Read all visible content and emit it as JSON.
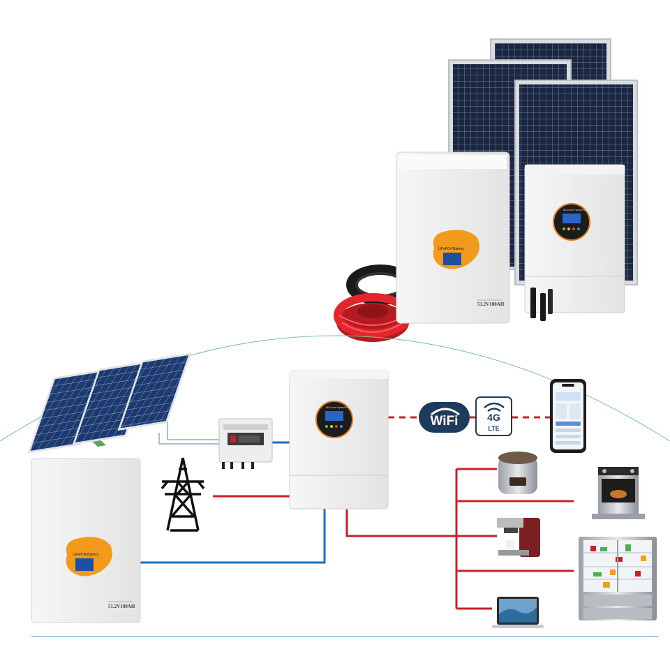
{
  "product_kit": {
    "battery_label": "51.2V100AH",
    "battery_brand": "LiFePO4 Battery",
    "inverter_caption": "All-in-one Hybrid Inverter"
  },
  "diagram": {
    "battery_label": "51.2V100AH",
    "battery_brand": "LiFePO4 Battery",
    "inverter_caption": "All-in-one Hybrid Inverter",
    "wifi_text": "WiFi",
    "cellular_text": "4G",
    "cellular_subtext": "LTE"
  },
  "colors": {
    "ac_line": "#c8202a",
    "dc_line": "#1c6fb8",
    "pv_line": "#9fb7c8",
    "arc": "#7ec08a",
    "panel_cell": "#1b2640",
    "battery_badge": "#f29a1c"
  },
  "icons": [
    "solar-panel-icon",
    "pv-combiner-box-icon",
    "transmission-tower-icon",
    "wifi-icon",
    "4g-lte-icon",
    "smartphone-icon",
    "rice-cooker-icon",
    "oven-icon",
    "coffee-machine-icon",
    "refrigerator-icon",
    "laptop-icon"
  ]
}
